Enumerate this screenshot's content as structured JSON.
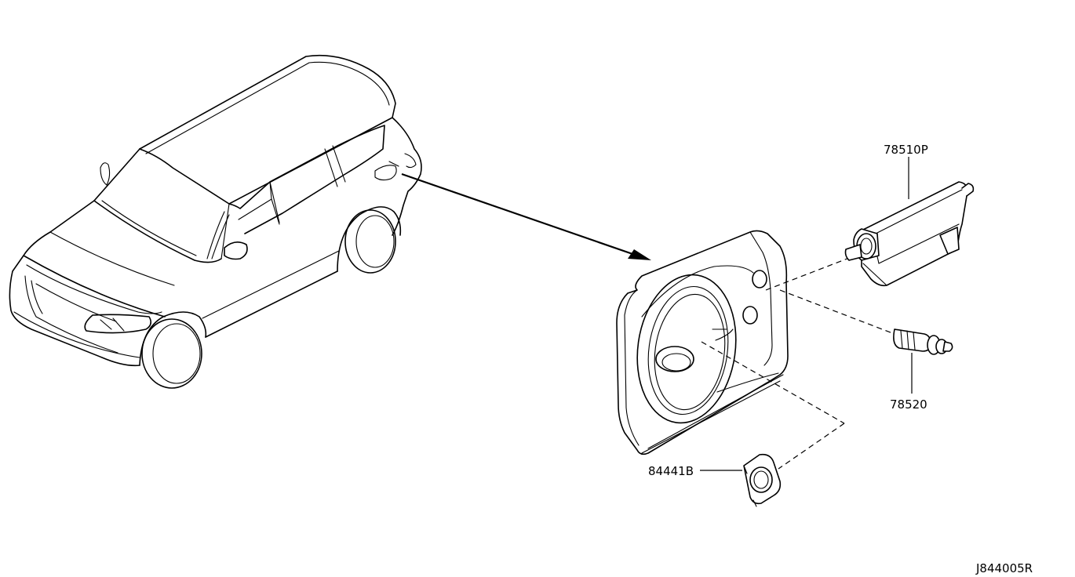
{
  "parts": [
    {
      "id": "fuel-lid-opener-actuator",
      "label": "78510P"
    },
    {
      "id": "fuel-lid-pin",
      "label": "78520"
    },
    {
      "id": "bracket",
      "label": "84441B"
    }
  ],
  "figure_code": "J844005R"
}
